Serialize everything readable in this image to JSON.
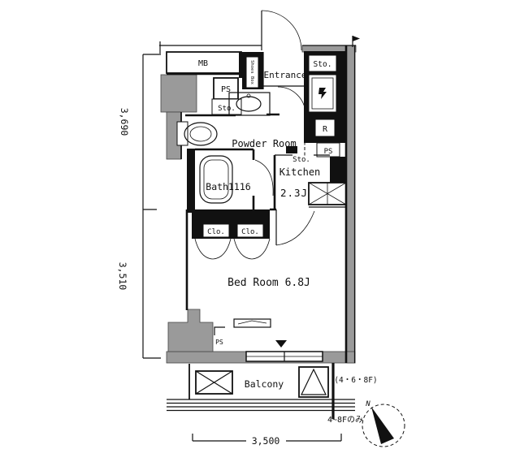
{
  "plan": {
    "rooms": {
      "entrance": "Entrance",
      "powder_room": "Powder Room",
      "bath": "Bath1116",
      "kitchen": "Kitchen",
      "kitchen_size": "2.3J",
      "bedroom": "Bed Room 6.8J",
      "balcony": "Balcony"
    },
    "fixtures": {
      "meter_box": "MB",
      "pipe_space": "PS",
      "storage": "Sto.",
      "shoes_box": "Shoes Box",
      "closet": "Clo.",
      "refrigerator": "R"
    },
    "dimensions": {
      "upper_left": "3,690",
      "lower_left": "3,510",
      "bottom": "3,500"
    },
    "annotations": {
      "hatch_floors": "(4・6・8F)",
      "floors_note": "4~8Fのみ",
      "north": "N"
    },
    "colors": {
      "line": "#111111",
      "concrete": "#9a9a9a",
      "background": "#ffffff"
    }
  }
}
